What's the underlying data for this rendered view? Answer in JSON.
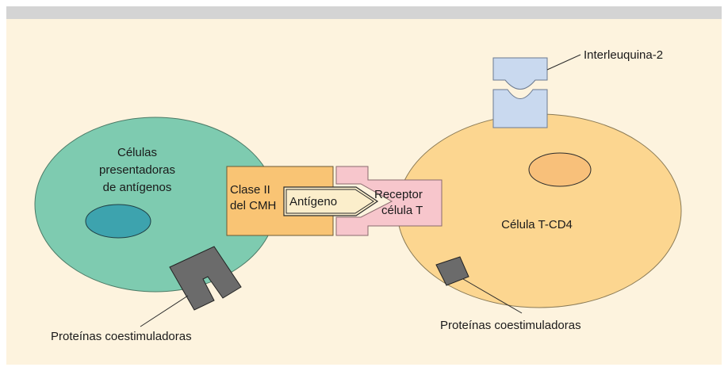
{
  "labels": {
    "apc_line1": "Células",
    "apc_line2": "presentadoras",
    "apc_line3": "de antígenos",
    "mhc_line1": "Clase II",
    "mhc_line2": "del CMH",
    "antigen": "Antígeno",
    "receptor_line1": "Receptor",
    "receptor_line2": "célula T",
    "tcell": "Célula T-CD4",
    "interleukin": "Interleuquina-2",
    "costim_left": "Proteínas coestimuladoras",
    "costim_right": "Proteínas coestimuladoras"
  },
  "colors": {
    "top_band": "#d4d4d4",
    "background": "#fdf3de",
    "apc_cell": "#7ecbb0",
    "apc_nucleus": "#3da3ae",
    "tcell": "#fcd690",
    "tcell_nucleus": "#f8c07a",
    "mhc": "#f9c474",
    "receptor": "#f7c6cc",
    "interleukin": "#c9d9ef",
    "costim_protein": "#6b6b6b",
    "outline": "#2b2b2b"
  }
}
